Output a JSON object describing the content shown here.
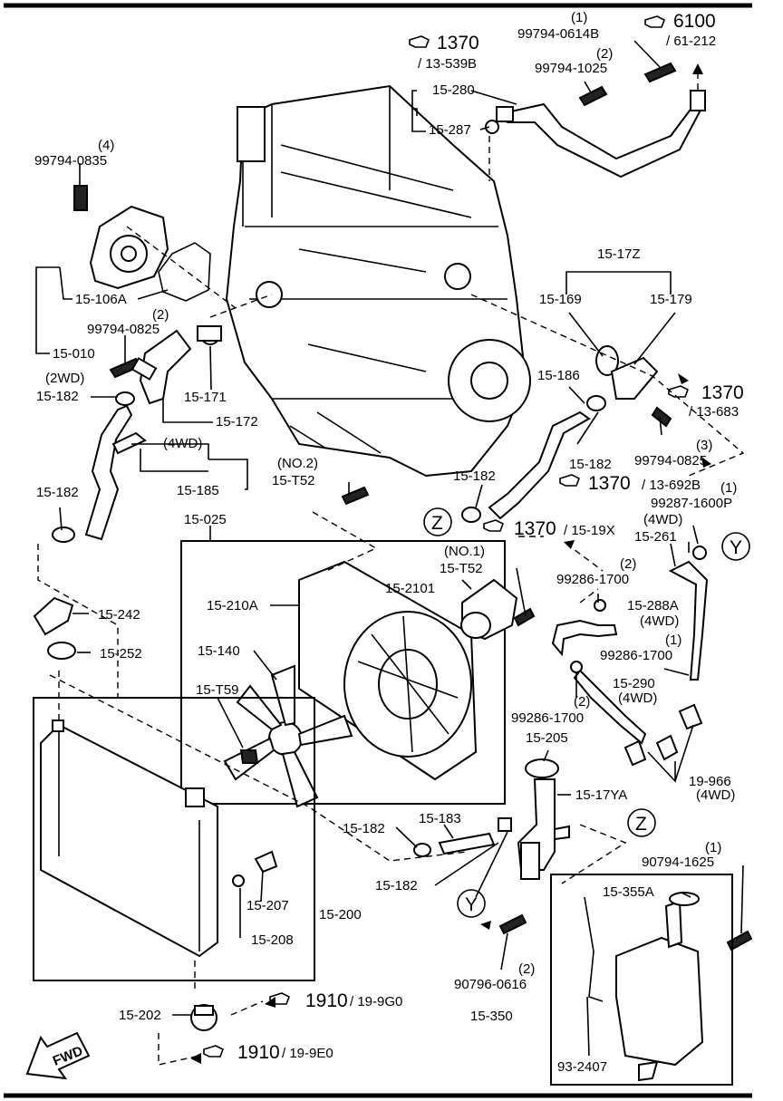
{
  "labels": {
    "p_99794_0614B": "99794-0614B",
    "q_0614B": "(1)",
    "p_6100": "6100",
    "p_61_212": "/ 61-212",
    "p_1370_a": "1370",
    "p_13_539B": "/ 13-539B",
    "p_99794_1025": "99794-1025",
    "q_1025": "(2)",
    "p_15_280": "15-280",
    "p_15_287": "15-287",
    "q_0835": "(4)",
    "p_99794_0835": "99794-0835",
    "p_15_106A": "15-106A",
    "q_0825_a": "(2)",
    "p_99794_0825_a": "99794-0825",
    "p_15_010": "15-010",
    "p_2wd": "(2WD)",
    "p_15_182_a": "15-182",
    "p_15_171": "15-171",
    "p_15_172": "15-172",
    "p_4wd_a": "(4WD)",
    "p_15_185": "15-185",
    "p_15_182_b": "15-182",
    "p_no2": "(NO.2)",
    "p_15_T52_a": "15-T52",
    "p_15_17Z": "15-17Z",
    "p_15_169": "15-169",
    "p_15_179": "15-179",
    "p_15_186": "15-186",
    "p_1370_b": "1370",
    "p_13_683": "/ 13-683",
    "p_15_182_c": "15-182",
    "q_0825_b": "(3)",
    "p_99794_0825_b": "99794-0825",
    "p_1370_c": "1370",
    "p_13_692B": "/ 13-692B",
    "p_15_182_d": "15-182",
    "q_1600P": "(1)",
    "p_99287_1600P": "99287-1600P",
    "p_4wd_b": "(4WD)",
    "p_15_261": "15-261",
    "p_15_025": "15-025",
    "p_1370_d": "1370",
    "p_15_19X": "/ 15-19X",
    "p_no1": "(NO.1)",
    "p_15_T52_b": "15-T52",
    "p_15_2101": "15-2101",
    "p_15_210A": "15-210A",
    "q_1700_a": "(2)",
    "p_99286_1700_a": "99286-1700",
    "p_15_288A": "15-288A",
    "p_4wd_c": "(4WD)",
    "q_1700_b": "(1)",
    "p_99286_1700_b": "99286-1700",
    "p_15_242": "15-242",
    "p_15_252": "15-252",
    "p_15_140": "15-140",
    "p_15_T59": "15-T59",
    "q_1700_c": "(2)",
    "p_99286_1700_c": "99286-1700",
    "p_15_290": "15-290",
    "p_4wd_d": "(4WD)",
    "p_15_205": "15-205",
    "p_19_966": "19-966",
    "p_4wd_e": "(4WD)",
    "p_15_17YA": "15-17YA",
    "p_15_182_e": "15-182",
    "p_15_183": "15-183",
    "q_1625": "(1)",
    "p_90794_1625": "90794-1625",
    "p_15_182_f": "15-182",
    "p_15_355A": "15-355A",
    "p_15_207": "15-207",
    "p_15_200": "15-200",
    "p_15_208": "15-208",
    "q_0616": "(2)",
    "p_90796_0616": "90796-0616",
    "p_15_350": "15-350",
    "p_15_202": "15-202",
    "p_1910_a": "1910",
    "p_19_9G0": "/ 19-9G0",
    "p_1910_b": "1910",
    "p_19_9E0": "/ 19-9E0",
    "p_93_2407": "93-2407",
    "z_a": "Z",
    "z_b": "Z",
    "y_a": "Y",
    "y_b": "Y",
    "fwd": "FWD"
  }
}
